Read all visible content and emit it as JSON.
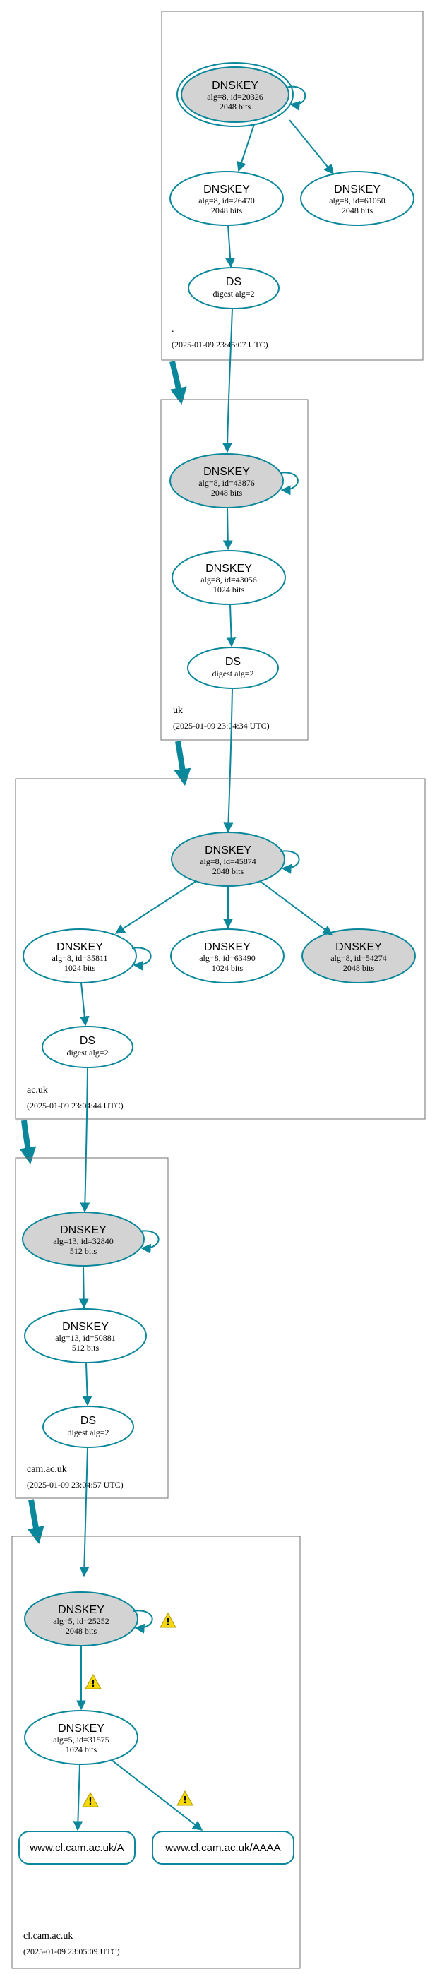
{
  "colors": {
    "edge": "#0a879a",
    "shaded_fill": "#d3d3d3",
    "zone_border": "#707070",
    "warning_fill": "#f5d90a"
  },
  "zones": {
    "root": {
      "name": ".",
      "timestamp": "(2025-01-09 23:45:07 UTC)"
    },
    "uk": {
      "name": "uk",
      "timestamp": "(2025-01-09 23:04:34 UTC)"
    },
    "ac_uk": {
      "name": "ac.uk",
      "timestamp": "(2025-01-09 23:04:44 UTC)"
    },
    "cam_ac_uk": {
      "name": "cam.ac.uk",
      "timestamp": "(2025-01-09 23:04:57 UTC)"
    },
    "cl_cam_ac_uk": {
      "name": "cl.cam.ac.uk",
      "timestamp": "(2025-01-09 23:05:09 UTC)"
    }
  },
  "nodes": {
    "root_ksk": {
      "title": "DNSKEY",
      "line1": "alg=8, id=20326",
      "line2": "2048 bits"
    },
    "root_zsk1": {
      "title": "DNSKEY",
      "line1": "alg=8, id=26470",
      "line2": "2048 bits"
    },
    "root_zsk2": {
      "title": "DNSKEY",
      "line1": "alg=8, id=61050",
      "line2": "2048 bits"
    },
    "root_ds": {
      "title": "DS",
      "line1": "digest alg=2"
    },
    "uk_ksk": {
      "title": "DNSKEY",
      "line1": "alg=8, id=43876",
      "line2": "2048 bits"
    },
    "uk_zsk": {
      "title": "DNSKEY",
      "line1": "alg=8, id=43056",
      "line2": "1024 bits"
    },
    "uk_ds": {
      "title": "DS",
      "line1": "digest alg=2"
    },
    "acuk_ksk": {
      "title": "DNSKEY",
      "line1": "alg=8, id=45874",
      "line2": "2048 bits"
    },
    "acuk_zsk1": {
      "title": "DNSKEY",
      "line1": "alg=8, id=35811",
      "line2": "1024 bits"
    },
    "acuk_zsk2": {
      "title": "DNSKEY",
      "line1": "alg=8, id=63490",
      "line2": "1024 bits"
    },
    "acuk_ksk2": {
      "title": "DNSKEY",
      "line1": "alg=8, id=54274",
      "line2": "2048 bits"
    },
    "acuk_ds": {
      "title": "DS",
      "line1": "digest alg=2"
    },
    "cam_ksk": {
      "title": "DNSKEY",
      "line1": "alg=13, id=32840",
      "line2": "512 bits"
    },
    "cam_zsk": {
      "title": "DNSKEY",
      "line1": "alg=13, id=50881",
      "line2": "512 bits"
    },
    "cam_ds": {
      "title": "DS",
      "line1": "digest alg=2"
    },
    "cl_ksk": {
      "title": "DNSKEY",
      "line1": "alg=5, id=25252",
      "line2": "2048 bits"
    },
    "cl_zsk": {
      "title": "DNSKEY",
      "line1": "alg=5, id=31575",
      "line2": "1024 bits"
    },
    "cl_a": {
      "title": "www.cl.cam.ac.uk/A"
    },
    "cl_aaaa": {
      "title": "www.cl.cam.ac.uk/AAAA"
    }
  },
  "warning_glyph": "!"
}
